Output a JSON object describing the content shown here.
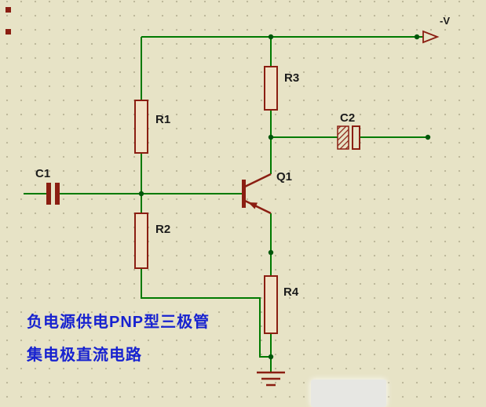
{
  "diagram": {
    "kind": "circuit-schematic",
    "description_visible": false
  },
  "components": {
    "r1": {
      "label": "R1",
      "type": "resistor"
    },
    "r2": {
      "label": "R2",
      "type": "resistor"
    },
    "r3": {
      "label": "R3",
      "type": "resistor"
    },
    "r4": {
      "label": "R4",
      "type": "resistor"
    },
    "c1": {
      "label": "C1",
      "type": "capacitor"
    },
    "c2": {
      "label": "C2",
      "type": "capacitor-polarized"
    },
    "q1": {
      "label": "Q1",
      "type": "pnp-transistor"
    },
    "power_terminal": {
      "label": "-V",
      "type": "power-terminal"
    },
    "ground": {
      "type": "ground-terminal"
    }
  },
  "caption": {
    "line1": "负电源供电PNP型三极管",
    "line2": "集电极直流电路"
  },
  "colors": {
    "background": "#e7e3c6",
    "grid_dot": "#bdb89b",
    "wire_green": "#007a00",
    "component_outline": "#8b1e12",
    "component_fill": "#f2e2c6",
    "junction_dot": "#00560a",
    "label_text": "#1b1b1b",
    "caption_text": "#1722d0"
  }
}
